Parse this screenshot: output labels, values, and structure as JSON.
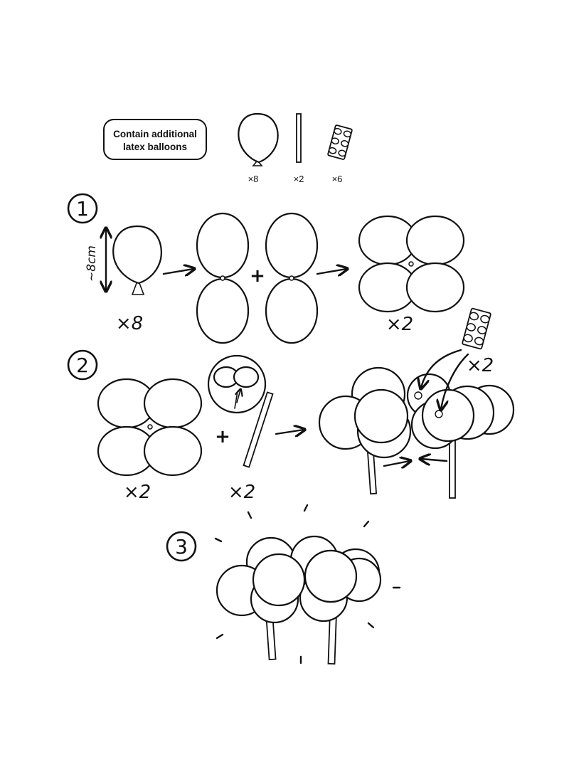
{
  "parts_label": "Contain additional\nlatex balloons",
  "parts": [
    {
      "icon": "balloon-icon",
      "qty": "×8"
    },
    {
      "icon": "stick-icon",
      "qty": "×2"
    },
    {
      "icon": "glue-dot-strip-icon",
      "qty": "×6"
    }
  ],
  "step1": {
    "number": "1",
    "size_label": "~8cm",
    "balloon_qty": "×8",
    "plus": "+",
    "result_qty": "×2"
  },
  "step2": {
    "number": "2",
    "cluster_qty": "×2",
    "plus": "+",
    "stick_qty": "×2",
    "glue_qty": "×2"
  },
  "step3": {
    "number": "3"
  }
}
